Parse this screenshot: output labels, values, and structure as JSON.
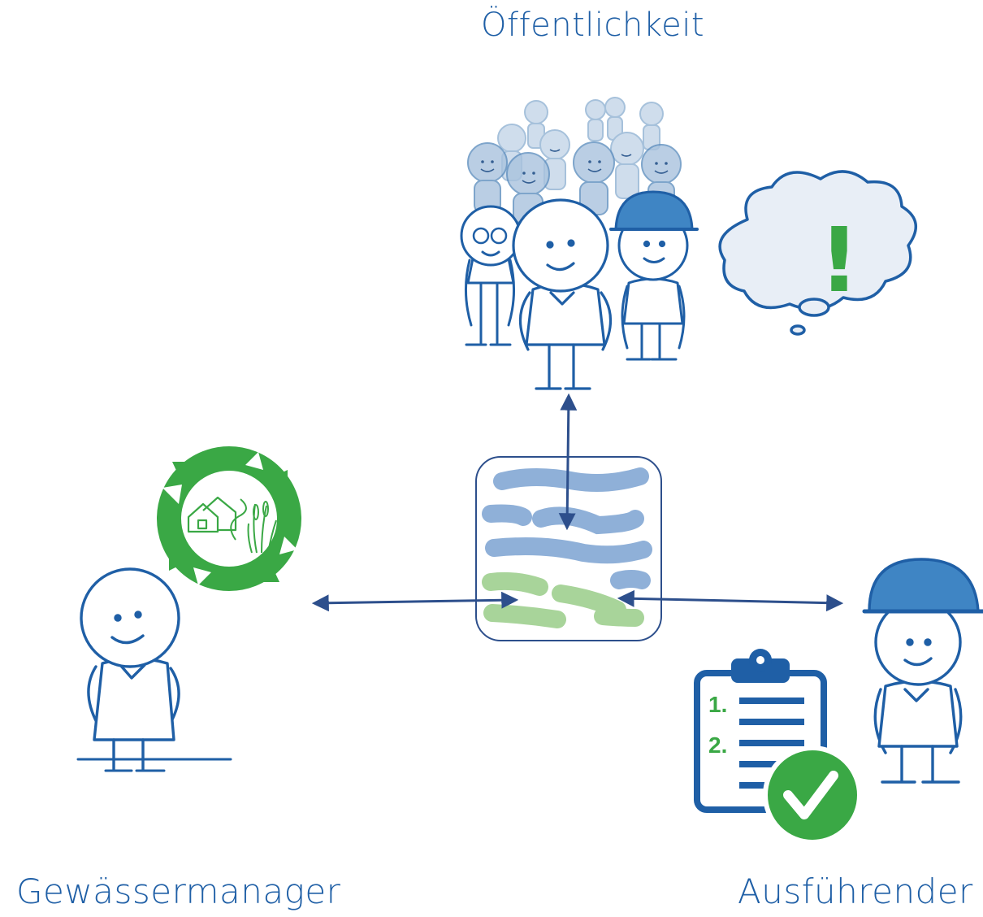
{
  "labels": {
    "public": "Öffentlichkeit",
    "manager": "Gewässermanager",
    "contractor": "Ausführender"
  },
  "checklist": {
    "item1": "1.",
    "item2": "2."
  },
  "thought": {
    "mark": "!"
  },
  "colors": {
    "outline_blue": "#1f5fa6",
    "helmet_blue": "#3f85c4",
    "crowd_blue": "#a9c3de",
    "river_blue": "#8fb0d8",
    "river_green": "#a8d49a",
    "accent_green": "#3aa845",
    "bubble_fill": "#e8eef6",
    "arrow": "#2d4f8c"
  },
  "icons": [
    "recycle-cycle-icon",
    "house-icon",
    "reed-icon",
    "river-tile-icon",
    "thought-bubble-icon",
    "exclamation-icon",
    "clipboard-icon",
    "checkmark-icon",
    "helmet-icon"
  ]
}
